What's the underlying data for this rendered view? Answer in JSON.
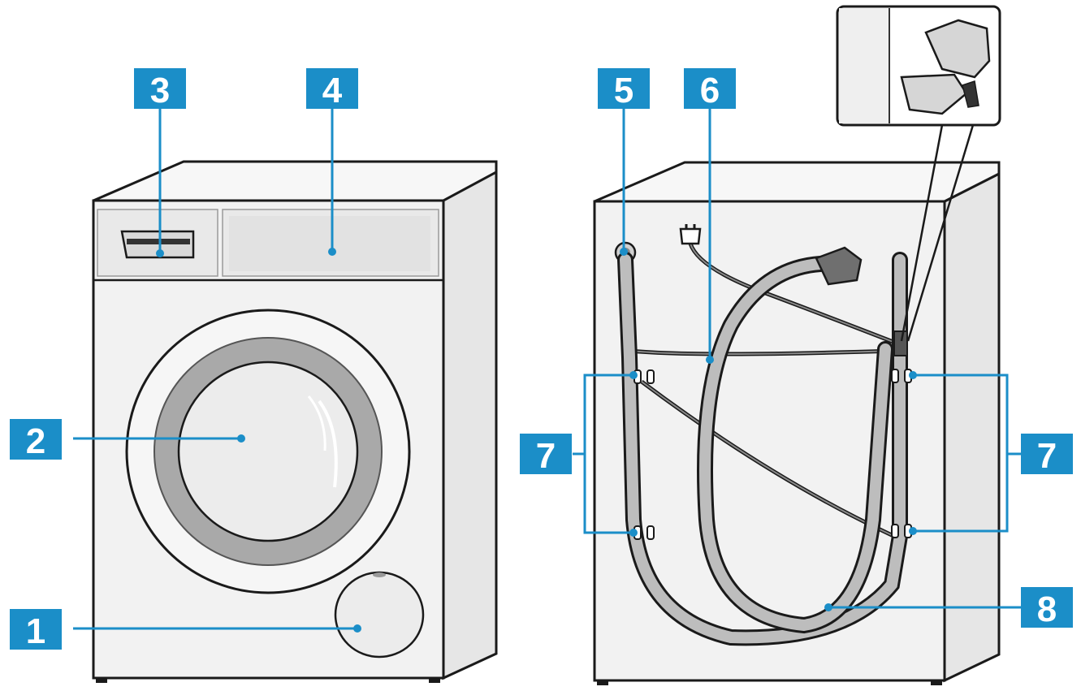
{
  "diagram": {
    "labels": [
      {
        "id": "1",
        "text": "1"
      },
      {
        "id": "2",
        "text": "2"
      },
      {
        "id": "3",
        "text": "3"
      },
      {
        "id": "4",
        "text": "4"
      },
      {
        "id": "5",
        "text": "5"
      },
      {
        "id": "6",
        "text": "6"
      },
      {
        "id": "7a",
        "text": "7"
      },
      {
        "id": "7b",
        "text": "7"
      },
      {
        "id": "8",
        "text": "8"
      }
    ]
  },
  "colors": {
    "badge": "#1b8ec8",
    "leader": "#1b8ec8",
    "outline": "#1a1a1a",
    "body_fill": "#f2f2f2",
    "top_fill": "#f7f7f7",
    "side_fill": "#e6e6e6",
    "door_ring": "#a9a9a9",
    "glass": "#ececec",
    "hose": "#bdbdbd",
    "hose_dark": "#6f6f6f",
    "cable": "#555555"
  }
}
